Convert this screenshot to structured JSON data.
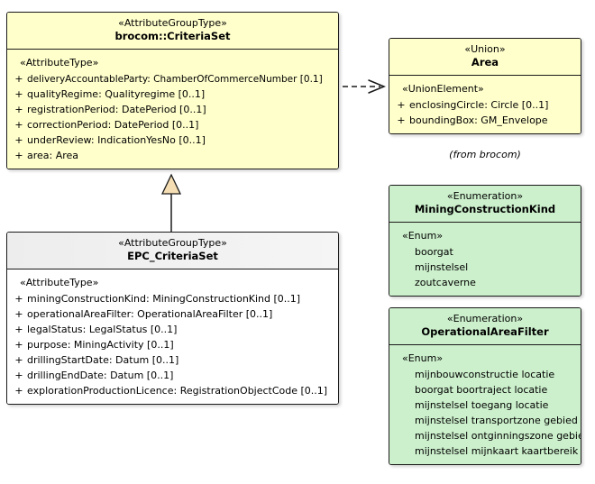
{
  "diagram": {
    "title": "UML class diagram",
    "background": "#ffffff",
    "colors": {
      "yellow_fill": "#ffffcc",
      "green_fill": "#ccf0cc",
      "grey_header": "#efefef",
      "white_fill": "#ffffff",
      "line": "#1a1a1a",
      "triangle_fill": "#f5deb3"
    }
  },
  "classes": {
    "criteria_set": {
      "stereotype": "«AttributeGroupType»",
      "name": "brocom::CriteriaSet",
      "compartment_stereotype": "«AttributeType»",
      "attributes": [
        {
          "visibility": "+",
          "signature": "deliveryAccountableParty: ChamberOfCommerceNumber [0.1]"
        },
        {
          "visibility": "+",
          "signature": "qualityRegime: Qualityregime [0..1]"
        },
        {
          "visibility": "+",
          "signature": "registrationPeriod: DatePeriod [0..1]"
        },
        {
          "visibility": "+",
          "signature": "correctionPeriod: DatePeriod [0..1]"
        },
        {
          "visibility": "+",
          "signature": "underReview: IndicationYesNo [0..1]"
        },
        {
          "visibility": "+",
          "signature": "area: Area"
        }
      ]
    },
    "epc_criteria_set": {
      "stereotype": "«AttributeGroupType»",
      "name": "EPC_CriteriaSet",
      "compartment_stereotype": "«AttributeType»",
      "attributes": [
        {
          "visibility": "+",
          "signature": "miningConstructionKind: MiningConstructionKind [0..1]"
        },
        {
          "visibility": "+",
          "signature": "operationalAreaFilter: OperationalAreaFilter [0..1]"
        },
        {
          "visibility": "+",
          "signature": "legalStatus: LegalStatus [0..1]"
        },
        {
          "visibility": "+",
          "signature": "purpose: MiningActivity [0..1]"
        },
        {
          "visibility": "+",
          "signature": "drillingStartDate: Datum [0..1]"
        },
        {
          "visibility": "+",
          "signature": "drillingEndDate: Datum [0..1]"
        },
        {
          "visibility": "+",
          "signature": "explorationProductionLicence: RegistrationObjectCode [0..1]"
        }
      ]
    },
    "area_union": {
      "stereotype": "«Union»",
      "name": "Area",
      "compartment_stereotype": "«UnionElement»",
      "attributes": [
        {
          "visibility": "+",
          "signature": "enclosingCircle: Circle [0..1]"
        },
        {
          "visibility": "+",
          "signature": "boundingBox: GM_Envelope"
        }
      ],
      "note": "(from brocom)"
    },
    "mining_construction_kind": {
      "stereotype": "«Enumeration»",
      "name": "MiningConstructionKind",
      "compartment_stereotype": "«Enum»",
      "literals": [
        "boorgat",
        "mijnstelsel",
        "zoutcaverne"
      ]
    },
    "operational_area_filter": {
      "stereotype": "«Enumeration»",
      "name": "OperationalAreaFilter",
      "compartment_stereotype": "«Enum»",
      "literals": [
        "mijnbouwconstructie locatie",
        "boorgat boortraject locatie",
        "mijnstelsel toegang locatie",
        "mijnstelsel transportzone gebied",
        "mijnstelsel ontginningszone gebied",
        "mijnstelsel mijnkaart kaartbereik"
      ]
    }
  },
  "relationships": [
    {
      "kind": "dependency",
      "from": "brocom::CriteriaSet",
      "to": "Area",
      "style": "dashed-open-arrow"
    },
    {
      "kind": "generalization",
      "from": "EPC_CriteriaSet",
      "to": "brocom::CriteriaSet",
      "style": "solid-hollow-triangle"
    }
  ]
}
